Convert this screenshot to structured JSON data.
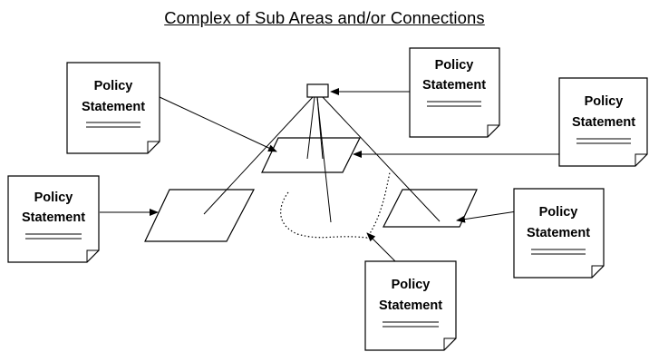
{
  "title": "Complex of Sub Areas and/or Connections",
  "documents": [
    {
      "id": "doc-upper-left",
      "line1": "Policy",
      "line2": "Statement"
    },
    {
      "id": "doc-top-center",
      "line1": "Policy",
      "line2": "Statement"
    },
    {
      "id": "doc-right",
      "line1": "Policy",
      "line2": "Statement"
    },
    {
      "id": "doc-left",
      "line1": "Policy",
      "line2": "Statement"
    },
    {
      "id": "doc-lower-right",
      "line1": "Policy",
      "line2": "Statement"
    },
    {
      "id": "doc-bottom",
      "line1": "Policy",
      "line2": "Statement"
    }
  ],
  "colors": {
    "stroke": "#000000",
    "paper": "#ffffff"
  }
}
